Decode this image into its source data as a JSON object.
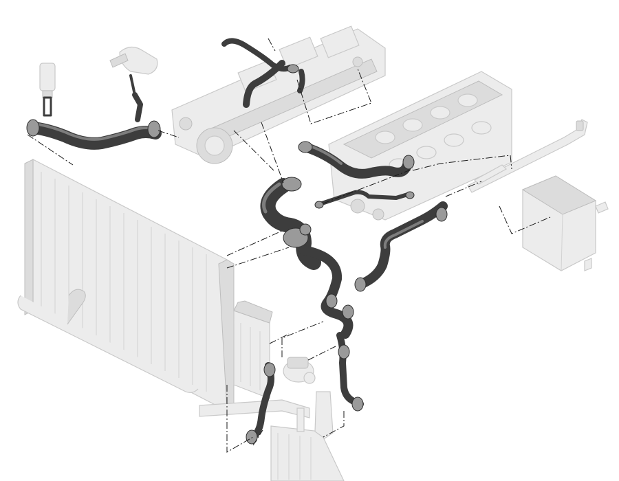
{
  "diagram": {
    "palette": {
      "background": "#ffffff",
      "ghost_part": "#ececec",
      "ghost_outline": "#c9c9c9",
      "hose": "#3d3d3d",
      "hose_highlight": "#7d7d7d",
      "leader_line": "#1a1a1a"
    },
    "components": [
      "radiator",
      "engine-cylinder-head-rear",
      "engine-cylinder-head-front",
      "water-pump",
      "coolant-expansion-tank",
      "upper-radiator-hose",
      "thermostat-housing",
      "bleed-screw",
      "coolant-cap",
      "auxiliary-radiator",
      "auxiliary-water-pump",
      "heater-core",
      "pipe-lines"
    ]
  }
}
